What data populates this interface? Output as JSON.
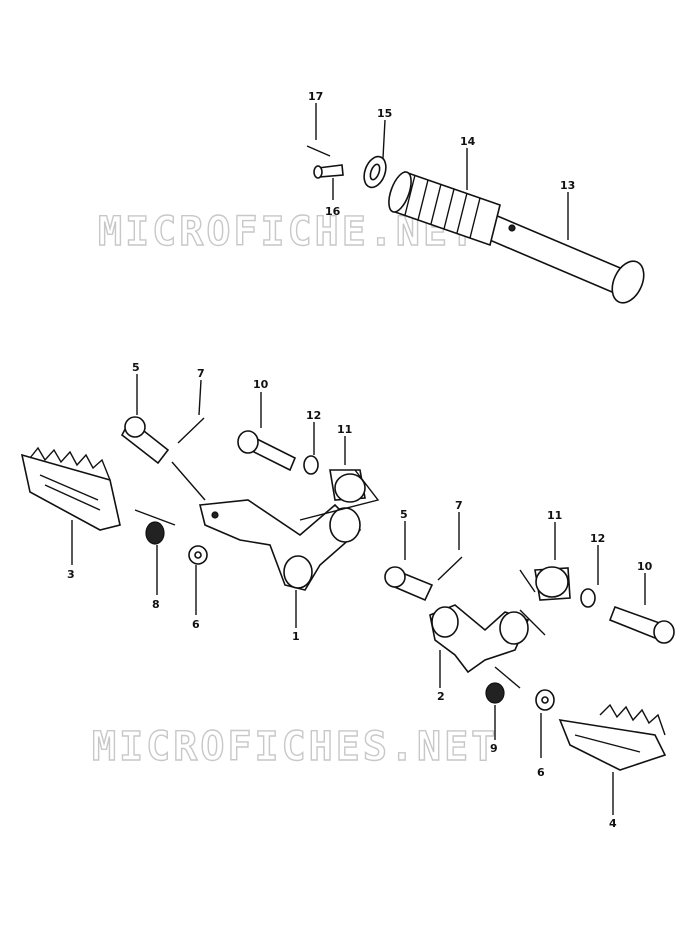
{
  "watermark": "MICROFICHES.NET",
  "watermark_top": "MICROFICHE.NET",
  "callouts": [
    "1",
    "2",
    "3",
    "4",
    "5",
    "6",
    "7",
    "8",
    "9",
    "10",
    "11",
    "12",
    "13",
    "14",
    "15",
    "16",
    "17"
  ]
}
